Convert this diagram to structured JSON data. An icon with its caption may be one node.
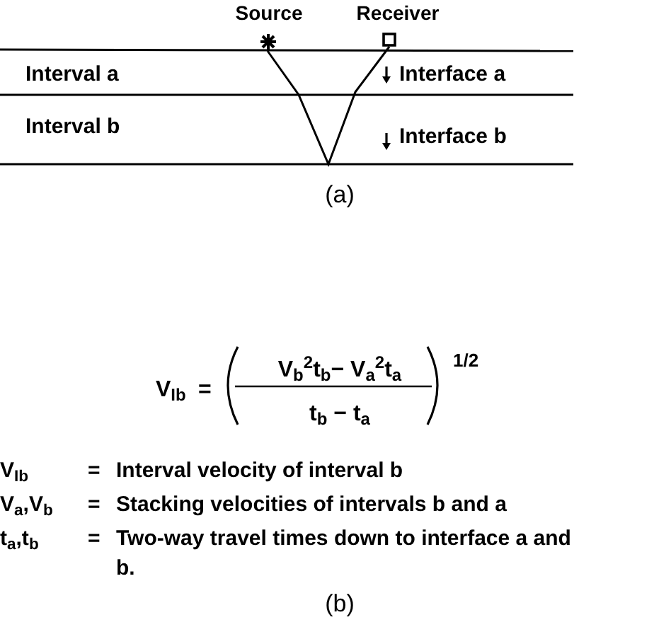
{
  "diagram": {
    "nodes": [
      {
        "text": [
          "Source"
        ]
      },
      {
        "text": [
          "Receiver"
        ]
      }
    ],
    "edges": [
      {
        "from": 0,
        "to": 1,
        "arrow": "none"
      }
    ],
    "labels": [
      "Interval a",
      "Interface a",
      "Interval b",
      "Interface b",
      "(a)",
      "V$_{Ib}$",
      "=",
      "V$_{b}$$^{2}$t$_{b}$− V$_{a}$$^{2}$t$_{a}$",
      "t$_{b}$ − t$_{a}$",
      "1/2",
      "V$_{Ib}$",
      "=",
      "Interval velocity of interval b",
      "V$_{a}$,V$_{b}$",
      "=",
      "Stacking velocities of intervals b and a",
      "t$_{a}$,t$_{b}$",
      "=",
      "Two-way travel times down to interface a and b.",
      "(b)"
    ]
  }
}
